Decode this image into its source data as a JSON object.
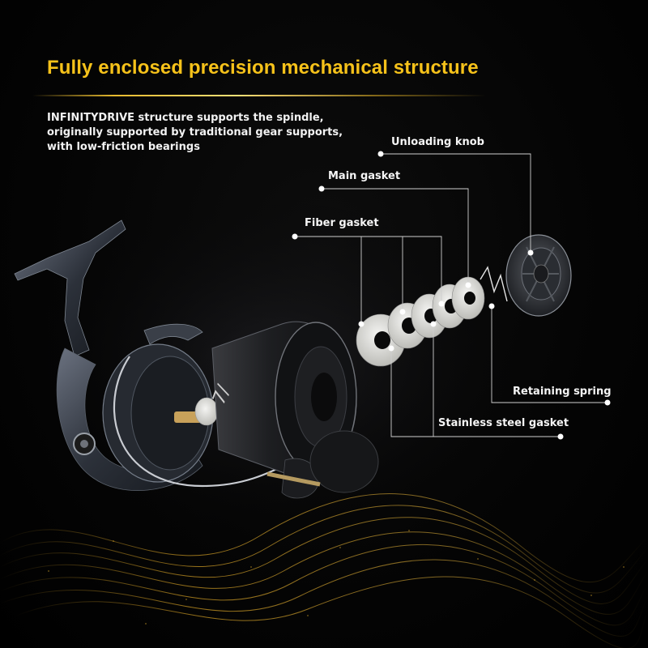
{
  "heading": {
    "title": "Fully enclosed precision mechanical structure",
    "subtitle": "INFINITYDRIVE structure supports the spindle, originally supported by traditional gear supports, with low-friction bearings"
  },
  "callouts": {
    "unloading_knob": "Unloading knob",
    "main_gasket": "Main gasket",
    "fiber_gasket": "Fiber gasket",
    "retaining_spring": "Retaining spring",
    "stainless_steel_gasket": "Stainless steel gasket"
  },
  "colors": {
    "title": "#f6c21a",
    "background": "#000000",
    "accent_gold": "#c9981e"
  }
}
